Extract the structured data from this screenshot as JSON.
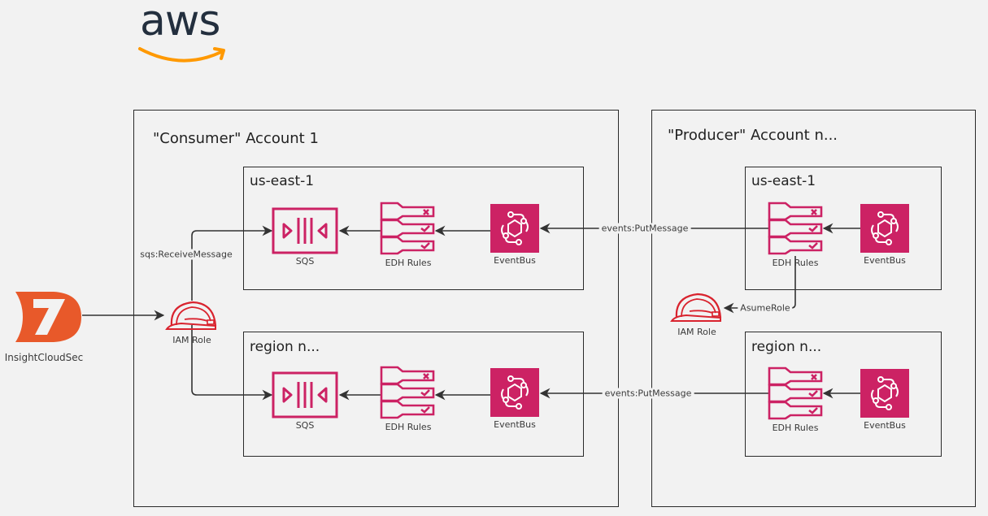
{
  "logo": {
    "text": "aws",
    "brand_color": "#232f3e",
    "smile_color": "#ff9900"
  },
  "source": {
    "label": "InsightCloudSec",
    "icon": "rapid7-logo-icon",
    "color": "#e8592a"
  },
  "colors": {
    "service": "#cc2264",
    "iam": "#d9232e",
    "line": "#333333",
    "background": "#f2f2f2"
  },
  "consumer": {
    "title": "\"Consumer\" Account 1",
    "iam_role": {
      "label": "IAM Role",
      "icon": "hard-hat-icon"
    },
    "regions": [
      {
        "title": "us-east-1",
        "sqs": "SQS",
        "rules": "EDH Rules",
        "bus": "EventBus"
      },
      {
        "title": "region n...",
        "sqs": "SQS",
        "rules": "EDH Rules",
        "bus": "EventBus"
      }
    ]
  },
  "producer": {
    "title": "\"Producer\" Account n...",
    "iam_role": {
      "label": "IAM Role",
      "icon": "hard-hat-icon"
    },
    "regions": [
      {
        "title": "us-east-1",
        "rules": "EDH Rules",
        "bus": "EventBus"
      },
      {
        "title": "region n...",
        "rules": "EDH Rules",
        "bus": "EventBus"
      }
    ]
  },
  "edges": {
    "receive": "sqs:ReceiveMessage",
    "put_1": "events:PutMessage",
    "put_2": "events:PutMessage",
    "assume": "AsumeRole"
  }
}
